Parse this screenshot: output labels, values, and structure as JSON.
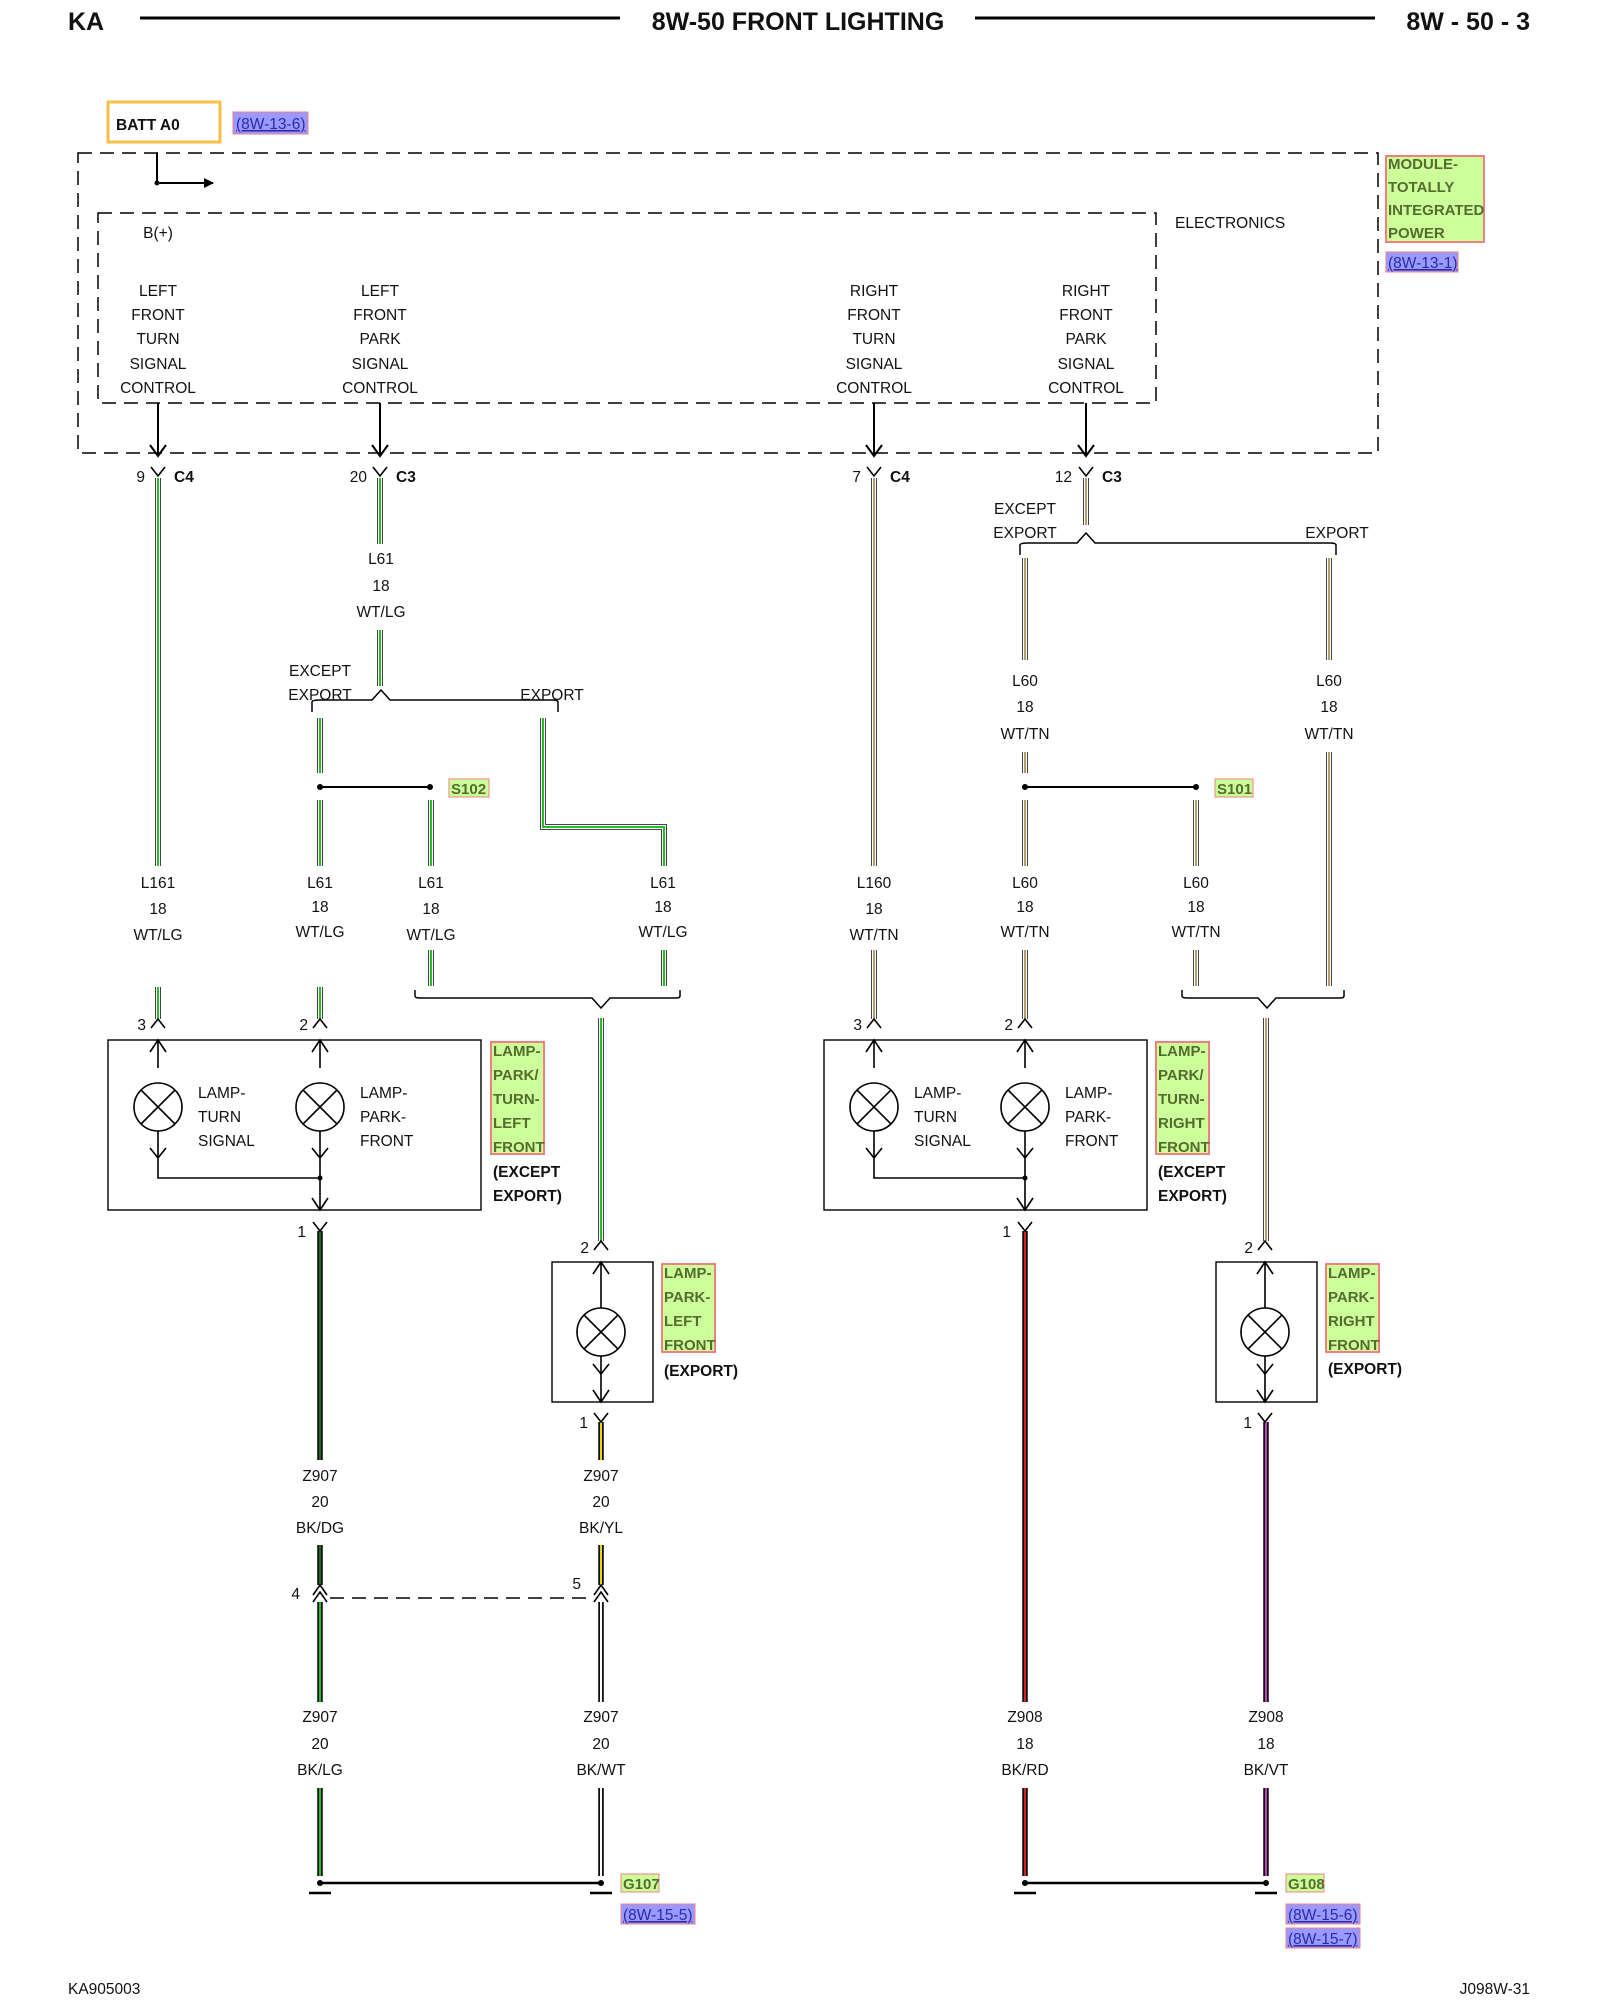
{
  "header": {
    "left": "KA",
    "title": "8W-50 FRONT LIGHTING",
    "right": "8W - 50 - 3"
  },
  "footer": {
    "left": "KA905003",
    "right": "J098W-31"
  },
  "batt": {
    "label": "BATT A0",
    "ref": "(8W-13-6)"
  },
  "module": {
    "name": [
      "MODULE-",
      "TOTALLY",
      "INTEGRATED",
      "POWER"
    ],
    "ref": "(8W-13-1)",
    "inner_label": "ELECTRONICS",
    "bplus": "B(+)",
    "circuits": [
      [
        "LEFT",
        "FRONT",
        "TURN",
        "SIGNAL",
        "CONTROL"
      ],
      [
        "LEFT",
        "FRONT",
        "PARK",
        "SIGNAL",
        "CONTROL"
      ],
      [
        "RIGHT",
        "FRONT",
        "TURN",
        "SIGNAL",
        "CONTROL"
      ],
      [
        "RIGHT",
        "FRONT",
        "PARK",
        "SIGNAL",
        "CONTROL"
      ]
    ]
  },
  "pins": {
    "p9": "9",
    "c4a": "C4",
    "p20": "20",
    "c3a": "C3",
    "p7": "7",
    "c4b": "C4",
    "p12": "12",
    "c3b": "C3",
    "lamp_l3": "3",
    "lamp_l2": "2",
    "lamp_l1": "1",
    "lamp_r3": "3",
    "lamp_r2": "2",
    "lamp_r1": "1",
    "exp_l2": "2",
    "exp_l1": "1",
    "exp_r2": "2",
    "exp_r1": "1",
    "conn4": "4",
    "conn5": "5"
  },
  "options": {
    "except_export": [
      "EXCEPT",
      "EXPORT"
    ],
    "export": "EXPORT"
  },
  "wires": {
    "l61_top": [
      "L61",
      "18",
      "WT/LG"
    ],
    "l161": [
      "L161",
      "18",
      "WT/LG"
    ],
    "l61_a": [
      "L61",
      "18",
      "WT/LG"
    ],
    "l61_b": [
      "L61",
      "18",
      "WT/LG"
    ],
    "l61_c": [
      "L61",
      "18",
      "WT/LG"
    ],
    "l160": [
      "L160",
      "18",
      "WT/TN"
    ],
    "l60_top_a": [
      "L60",
      "18",
      "WT/TN"
    ],
    "l60_top_b": [
      "L60",
      "18",
      "WT/TN"
    ],
    "l60_a": [
      "L60",
      "18",
      "WT/TN"
    ],
    "l60_b": [
      "L60",
      "18",
      "WT/TN"
    ],
    "z907_dg": [
      "Z907",
      "20",
      "BK/DG"
    ],
    "z907_yl": [
      "Z907",
      "20",
      "BK/YL"
    ],
    "z907_lg": [
      "Z907",
      "20",
      "BK/LG"
    ],
    "z907_wt": [
      "Z907",
      "20",
      "BK/WT"
    ],
    "z908_rd": [
      "Z908",
      "18",
      "BK/RD"
    ],
    "z908_vt": [
      "Z908",
      "18",
      "BK/VT"
    ]
  },
  "splices": {
    "s102": "S102",
    "s101": "S101"
  },
  "lamps": {
    "turn": [
      "LAMP-",
      "TURN",
      "SIGNAL"
    ],
    "park": [
      "LAMP-",
      "PARK-",
      "FRONT"
    ],
    "left_assy": [
      "LAMP-",
      "PARK/",
      "TURN-",
      "LEFT",
      "FRONT"
    ],
    "right_assy": [
      "LAMP-",
      "PARK/",
      "TURN-",
      "RIGHT",
      "FRONT"
    ],
    "assy_note": [
      "(EXCEPT",
      "EXPORT)"
    ],
    "left_export": [
      "LAMP-",
      "PARK-",
      "LEFT",
      "FRONT"
    ],
    "right_export": [
      "LAMP-",
      "PARK-",
      "RIGHT",
      "FRONT"
    ],
    "export_note": "(EXPORT)"
  },
  "grounds": {
    "g107": "G107",
    "g107_ref": "(8W-15-5)",
    "g108": "G108",
    "g108_ref1": "(8W-15-6)",
    "g108_ref2": "(8W-15-7)"
  },
  "colors": {
    "wt": "#ffffff",
    "lg": "#22c022",
    "dg": "#1f6b1f",
    "tn": "#b59a6a",
    "bk": "#111111",
    "yl": "#e8d800",
    "rd": "#d42020",
    "vt": "#c040c0",
    "comp_fill": "#ccff99",
    "comp_border": "#f08080",
    "link_fill": "#9999ff",
    "batt_border": "#f5c04a"
  }
}
